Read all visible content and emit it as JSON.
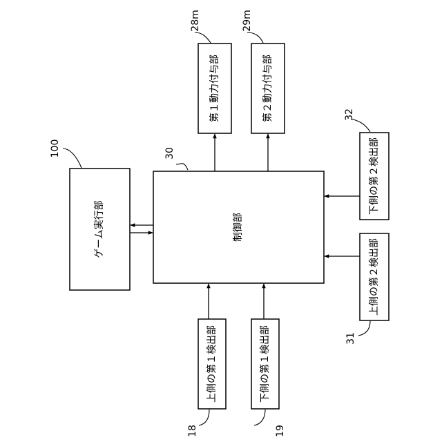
{
  "diagram": {
    "blocks": {
      "control": {
        "label": "制御部",
        "ref": "30"
      },
      "game": {
        "label": "ゲーム実行部",
        "ref": "100"
      },
      "power1": {
        "label": "第１動力付与部",
        "ref": "28m"
      },
      "power2": {
        "label": "第２動力付与部",
        "ref": "29m"
      },
      "upper_first": {
        "label": "上側の第１検出部",
        "ref": "18"
      },
      "lower_first": {
        "label": "下側の第１検出部",
        "ref": "19"
      },
      "upper_second": {
        "label": "上側の第２検出部",
        "ref": "31"
      },
      "lower_second": {
        "label": "下側の第２検出部",
        "ref": "32"
      }
    },
    "connections": [
      {
        "from": "control",
        "to": "power1"
      },
      {
        "from": "control",
        "to": "power2"
      },
      {
        "from": "lower_second",
        "to": "control"
      },
      {
        "from": "upper_second",
        "to": "control"
      },
      {
        "from": "upper_first",
        "to": "control"
      },
      {
        "from": "lower_first",
        "to": "control"
      },
      {
        "from": "control",
        "to": "game"
      },
      {
        "from": "game",
        "to": "control"
      }
    ]
  }
}
